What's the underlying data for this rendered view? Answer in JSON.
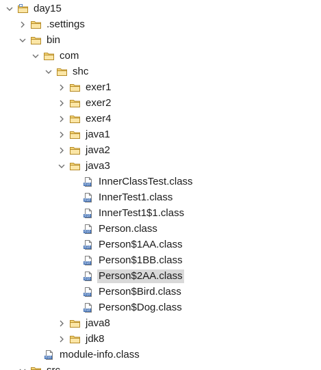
{
  "tree": [
    {
      "name": "tree-node-day15",
      "label": "day15",
      "level": 0,
      "chevron": "expanded",
      "icon": "project"
    },
    {
      "name": "tree-node-settings",
      "label": ".settings",
      "level": 1,
      "chevron": "collapsed",
      "icon": "folder"
    },
    {
      "name": "tree-node-bin",
      "label": "bin",
      "level": 1,
      "chevron": "expanded",
      "icon": "folder"
    },
    {
      "name": "tree-node-com",
      "label": "com",
      "level": 2,
      "chevron": "expanded",
      "icon": "folder"
    },
    {
      "name": "tree-node-shc",
      "label": "shc",
      "level": 3,
      "chevron": "expanded",
      "icon": "folder"
    },
    {
      "name": "tree-node-exer1",
      "label": "exer1",
      "level": 4,
      "chevron": "collapsed",
      "icon": "folder"
    },
    {
      "name": "tree-node-exer2",
      "label": "exer2",
      "level": 4,
      "chevron": "collapsed",
      "icon": "folder"
    },
    {
      "name": "tree-node-exer4",
      "label": "exer4",
      "level": 4,
      "chevron": "collapsed",
      "icon": "folder"
    },
    {
      "name": "tree-node-java1",
      "label": "java1",
      "level": 4,
      "chevron": "collapsed",
      "icon": "folder"
    },
    {
      "name": "tree-node-java2",
      "label": "java2",
      "level": 4,
      "chevron": "collapsed",
      "icon": "folder"
    },
    {
      "name": "tree-node-java3",
      "label": "java3",
      "level": 4,
      "chevron": "expanded",
      "icon": "folder"
    },
    {
      "name": "tree-node-innerclasstest-class",
      "label": "InnerClassTest.class",
      "level": 5,
      "chevron": "none",
      "icon": "class-file"
    },
    {
      "name": "tree-node-innertest1-class",
      "label": "InnerTest1.class",
      "level": 5,
      "chevron": "none",
      "icon": "class-file"
    },
    {
      "name": "tree-node-innertest1-1-class",
      "label": "InnerTest1$1.class",
      "level": 5,
      "chevron": "none",
      "icon": "class-file"
    },
    {
      "name": "tree-node-person-class",
      "label": "Person.class",
      "level": 5,
      "chevron": "none",
      "icon": "class-file"
    },
    {
      "name": "tree-node-person-1aa-class",
      "label": "Person$1AA.class",
      "level": 5,
      "chevron": "none",
      "icon": "class-file"
    },
    {
      "name": "tree-node-person-1bb-class",
      "label": "Person$1BB.class",
      "level": 5,
      "chevron": "none",
      "icon": "class-file"
    },
    {
      "name": "tree-node-person-2aa-class",
      "label": "Person$2AA.class",
      "level": 5,
      "chevron": "none",
      "icon": "class-file",
      "selected": true
    },
    {
      "name": "tree-node-person-bird-class",
      "label": "Person$Bird.class",
      "level": 5,
      "chevron": "none",
      "icon": "class-file"
    },
    {
      "name": "tree-node-person-dog-class",
      "label": "Person$Dog.class",
      "level": 5,
      "chevron": "none",
      "icon": "class-file"
    },
    {
      "name": "tree-node-java8",
      "label": "java8",
      "level": 4,
      "chevron": "collapsed",
      "icon": "folder"
    },
    {
      "name": "tree-node-jdk8",
      "label": "jdk8",
      "level": 4,
      "chevron": "collapsed",
      "icon": "folder"
    },
    {
      "name": "tree-node-module-info-class",
      "label": "module-info.class",
      "level": 2,
      "chevron": "none",
      "icon": "class-file"
    },
    {
      "name": "tree-node-src",
      "label": "src",
      "level": 1,
      "chevron": "expanded",
      "icon": "folder"
    }
  ],
  "colors": {
    "selection": "#d9d9d9",
    "folder_fill": "#f6d77a",
    "folder_stroke": "#b58a26",
    "chevron": "#707070",
    "class_file_blue": "#3f6fb5"
  }
}
